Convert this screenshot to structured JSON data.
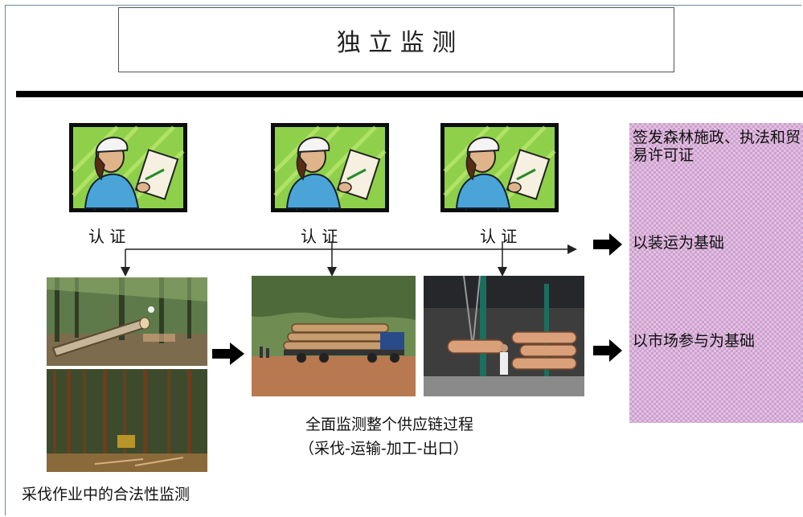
{
  "title": "独 立 监 测",
  "inspector_labels": [
    "认 证",
    "认 证",
    "认 证"
  ],
  "right_panel": {
    "item_permits": "签发森林施政、执法和贸易许可证",
    "item_shipment": "以装运为基础",
    "item_market": "以市场参与为基础"
  },
  "captions": {
    "supply_chain_line1": "全面监测整个供应链过程",
    "supply_chain_line2": "（采伐-运输-加工-出口）",
    "harvest": "采伐作业中的合法性监测"
  },
  "colors": {
    "panel": "#cf9fd0",
    "inspector_bg": "#8fd04a",
    "shirt": "#4aa4d8"
  }
}
